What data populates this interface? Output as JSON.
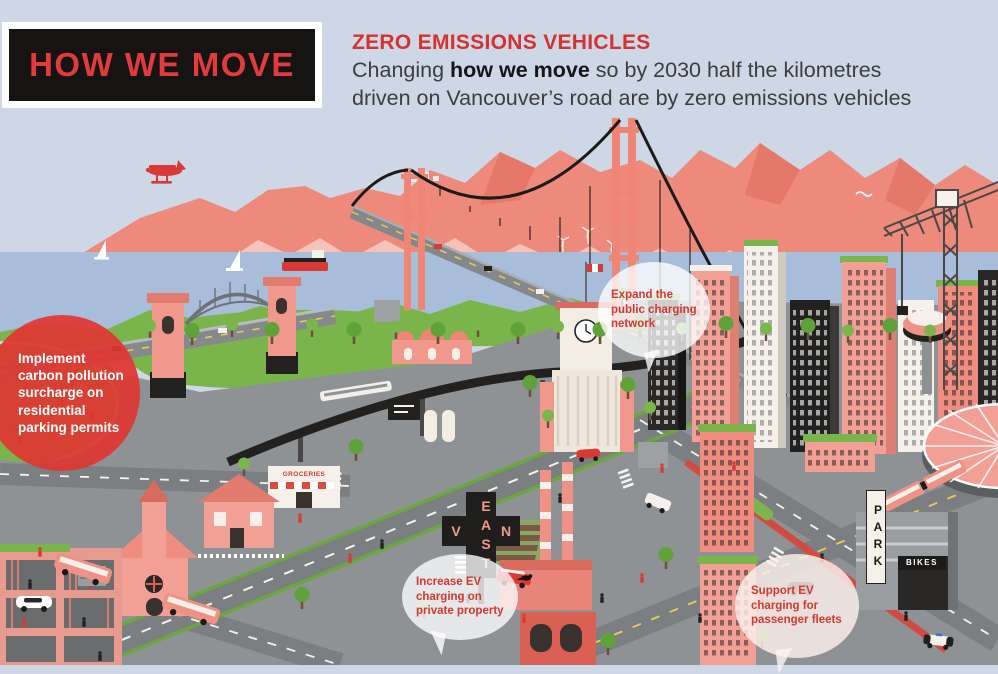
{
  "header": {
    "banner": "HOW WE MOVE",
    "title": "ZERO EMISSIONS VEHICLES",
    "subtitle_line1_prefix": "Changing ",
    "subtitle_line1_bold": "how we move",
    "subtitle_line1_rest": " so by 2030 half the kilometres",
    "subtitle_line2": "driven on Vancouver’s road are by zero emissions vehicles"
  },
  "callouts": {
    "parking_surcharge": "Implement carbon pollution surcharge on residential parking permits",
    "public_charging": "Expand the public charging network",
    "private_charging": "Increase EV charging on private property",
    "fleet_charging": "Support EV charging for passenger fleets"
  },
  "scene_labels": {
    "east_van_vertical": "EAST",
    "east_van_left": "V",
    "east_van_right": "N",
    "park_sign": "PARK",
    "bikes_sign": "BIKES",
    "groceries_sign": "GROCERIES"
  },
  "colors": {
    "sky": "#cdd7e5",
    "accent_red": "#e23b3d",
    "callout_circle_red": "#df3731",
    "bubble_text_red": "#d5382f",
    "mountain_back": "#ee8a7c",
    "mountain_front": "#f7c2b8",
    "water": "#a8bdd9",
    "greenery": "#79b54b",
    "road": "#7c7f82",
    "city_block": "#8f9295",
    "building_salmon": "#f2a096",
    "building_black": "#211f1e",
    "building_cream": "#f5f1ea"
  }
}
